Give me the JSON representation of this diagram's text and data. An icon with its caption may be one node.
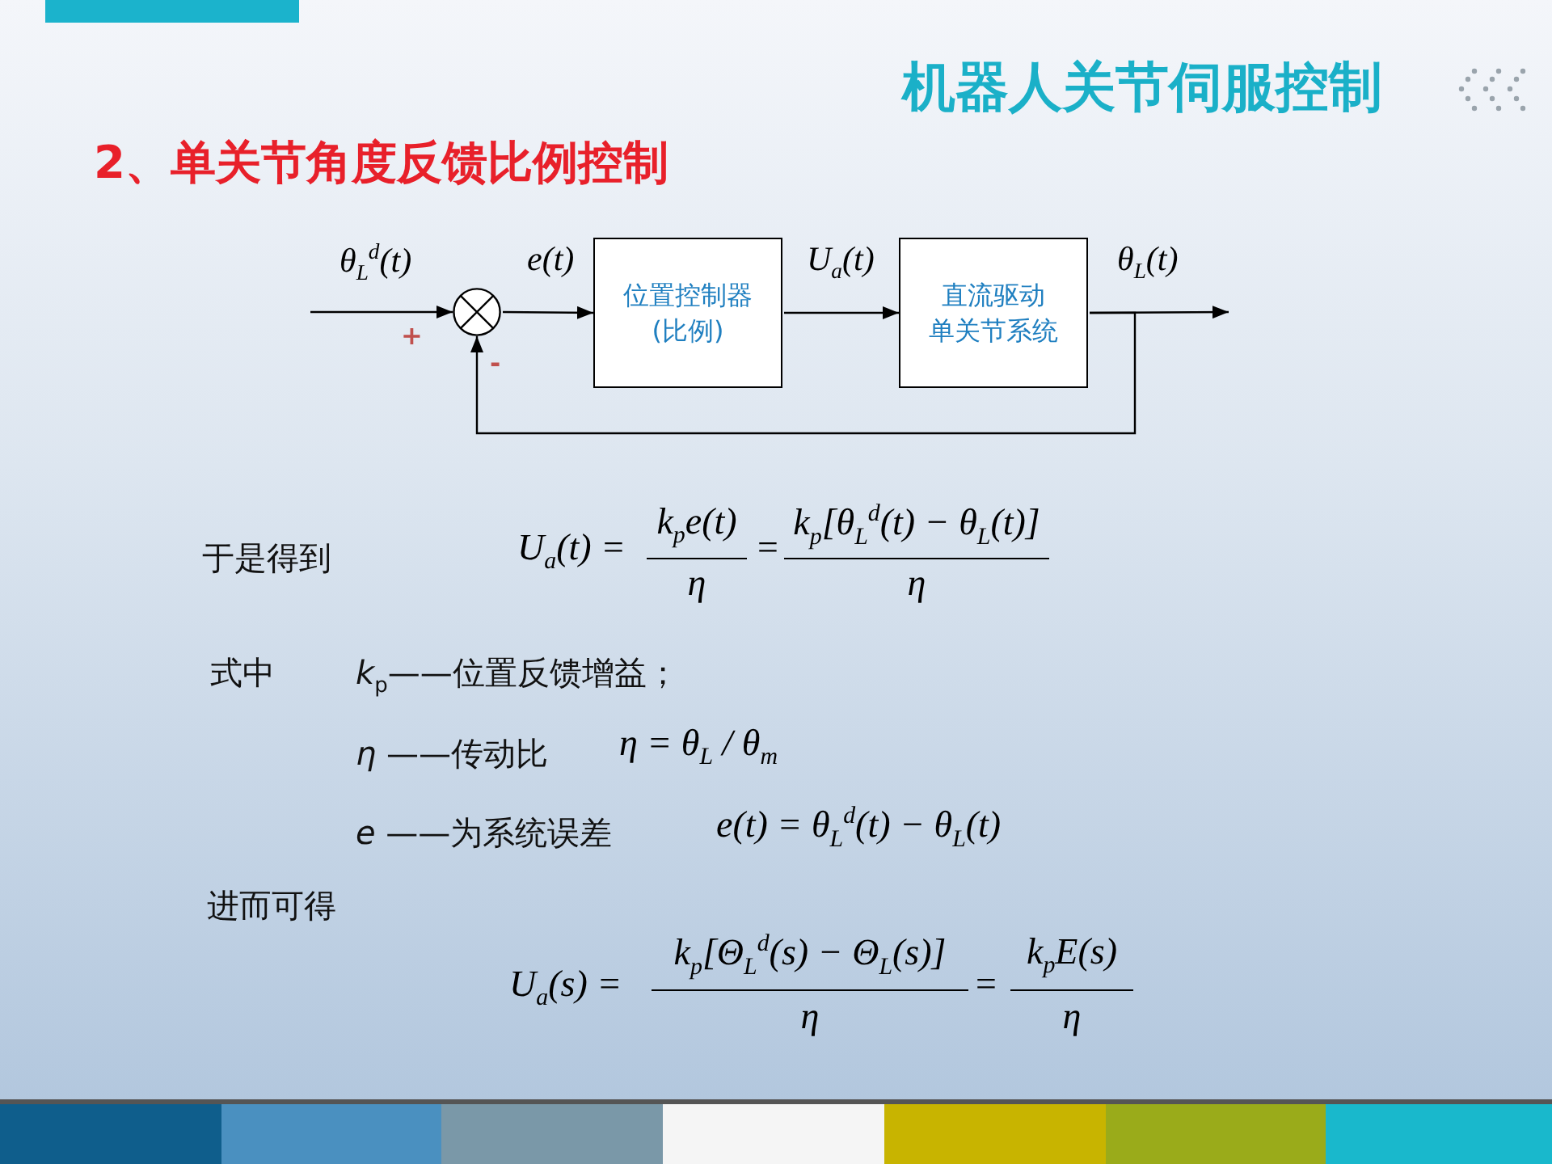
{
  "diagram": {
    "title": "2、单关节角度反馈比例控制",
    "nodes": [
      {
        "text": [],
        "shape": "circle"
      },
      {
        "text": [
          "位置控制器",
          "(比例)"
        ]
      },
      {
        "text": [
          "直流驱动",
          "单关节系统"
        ]
      }
    ],
    "edges": [
      {
        "from": null,
        "to": 0,
        "arrow": "to",
        "label": "θ$_{L}$$^{d}$(t)"
      },
      {
        "from": 0,
        "to": 1,
        "arrow": "to",
        "label": "e(t)"
      },
      {
        "from": 1,
        "to": 2,
        "arrow": "to",
        "label": "U$_{a}$(t)"
      },
      {
        "from": 2,
        "to": null,
        "arrow": "to",
        "label": "θ$_{L}$(t)"
      },
      {
        "from": 2,
        "to": 0,
        "arrow": "to"
      }
    ],
    "labels": [
      "机器人关节伺服控制",
      "+",
      "-",
      "于是得到",
      "U$_{a}$(t) =",
      "k$_{p}$e(t)",
      "η",
      "=",
      "k$_{p}$[θ$_{L}$$^{d}$(t) − θ$_{L}$(t)]",
      "η",
      "式中",
      "*k*$_{p}$——位置反馈增益；",
      "*η* ——传动比",
      "η = θ$_{L}$ / θ$_{m}$",
      "*e* ——为系统误差",
      "e(t) = θ$_{L}$$^{d}$(t) − θ$_{L}$(t)",
      "进而可得",
      "U$_{a}$(s) =",
      "k$_{p}$[Θ$_{L}$$^{d}$(s) − Θ$_{L}$(s)]",
      "η",
      "=",
      "k$_{p}$E(s)",
      "η"
    ]
  }
}
